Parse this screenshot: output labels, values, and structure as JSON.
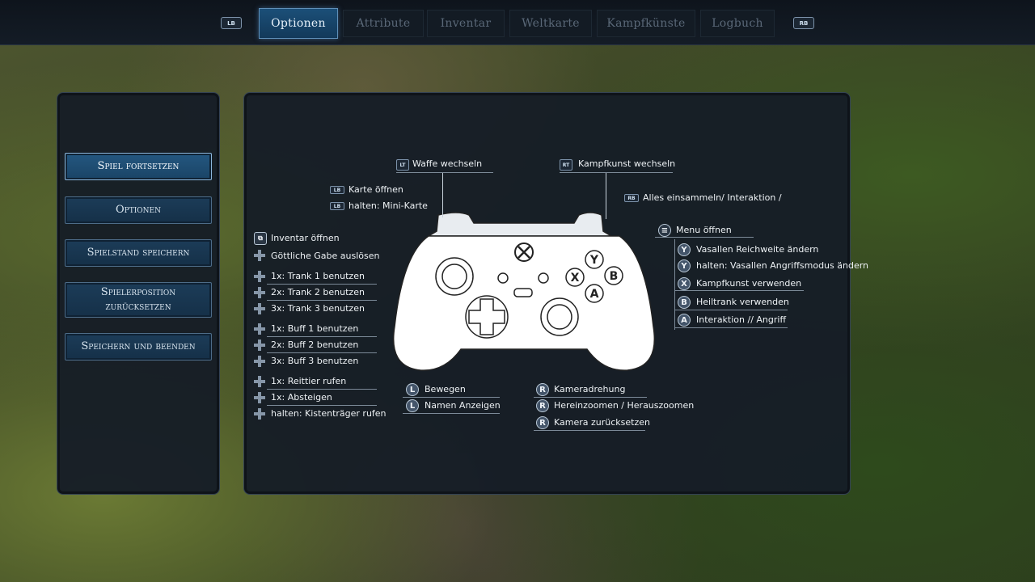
{
  "topbar": {
    "lb": "LB",
    "rb": "RB",
    "tabs": [
      "Optionen",
      "Attribute",
      "Inventar",
      "Weltkarte",
      "Kampfkünste",
      "Logbuch"
    ]
  },
  "menu": {
    "resume": "Spiel fortsetzen",
    "options": "Optionen",
    "save": "Spielstand speichern",
    "reset_line1": "Spielerposition",
    "reset_line2": "zurücksetzen",
    "save_quit": "Speichern und beenden"
  },
  "controls": {
    "lt_label": "Waffe wechseln",
    "rt_label": "Kampfkunst wechseln",
    "lb_map": "Karte öffnen",
    "lb_minimap": "halten: Mini-Karte",
    "rb_collect": "Alles einsammeln/  Interaktion /",
    "menu": "Menu öffnen",
    "y_range": "Vasallen Reichweite ändern",
    "y_mode": "halten: Vasallen Angriffsmodus ändern",
    "x_skill": "Kampfkunst verwenden",
    "b_heal": "Heiltrank verwenden",
    "a_interact": "Interaktion //  Angriff",
    "view_inventory": "Inventar öffnen",
    "dpad_up": "Göttliche Gabe auslösen",
    "trank1": "1x: Trank 1 benutzen",
    "trank2": "2x: Trank 2 benutzen",
    "trank3": "3x: Trank 3 benutzen",
    "buff1": "1x: Buff 1 benutzen",
    "buff2": "2x: Buff 2 benutzen",
    "buff3": "3x: Buff 3 benutzen",
    "mount": "1x: Reittier rufen",
    "dismount": "1x: Absteigen",
    "chest": "halten: Kistenträger rufen",
    "move": "Bewegen",
    "names": "Namen Anzeigen",
    "camera_rotate": "Kameradrehung",
    "zoom": "Hereinzoomen / Herauszoomen",
    "camera_reset": "Kamera zurücksetzen"
  },
  "glyphs": {
    "lt": "LT",
    "rt": "RT",
    "lb": "LB",
    "rb": "RB",
    "y": "Y",
    "x": "X",
    "b": "B",
    "a": "A",
    "ls": "L",
    "rs": "R"
  }
}
